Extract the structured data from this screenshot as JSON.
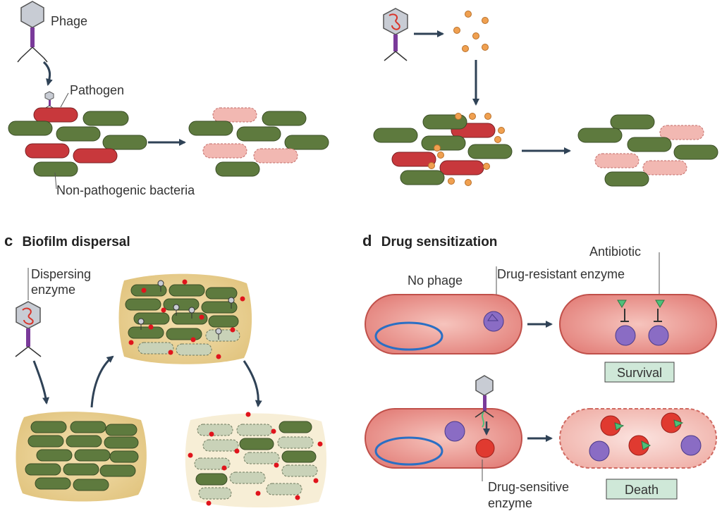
{
  "panel_a": {
    "phage_label": "Phage",
    "pathogen_label": "Pathogen",
    "nonpathogenic_label": "Non-pathogenic bacteria"
  },
  "panel_c": {
    "letter": "c",
    "title": "Biofilm dispersal",
    "dispersing_label_line1": "Dispersing",
    "dispersing_label_line2": "enzyme"
  },
  "panel_d": {
    "letter": "d",
    "title": "Drug sensitization",
    "no_phage_label": "No phage",
    "resistant_enzyme_label": "Drug-resistant enzyme",
    "antibiotic_label": "Antibiotic",
    "survival_label": "Survival",
    "sensitive_enzyme_line1": "Drug-sensitive",
    "sensitive_enzyme_line2": "enzyme",
    "death_label": "Death"
  },
  "colors": {
    "pathogen": "#c8383c",
    "nonpathogen": "#5e7a3e",
    "dead_cell": "#f2b8b2",
    "phage_head": "#c8ccd4",
    "phage_tail": "#7a3a9a",
    "arrow": "#2f4256",
    "orange_dot": "#f0a050",
    "biofilm": "#ecd49a",
    "big_cell": "#e88a82",
    "plasmid": "#2a6fc4",
    "enzyme": "#8a6cc4",
    "sensitive_enzyme": "#e03a30",
    "antibiotic": "#4ec07a",
    "label_box": "#cfe8d8"
  }
}
